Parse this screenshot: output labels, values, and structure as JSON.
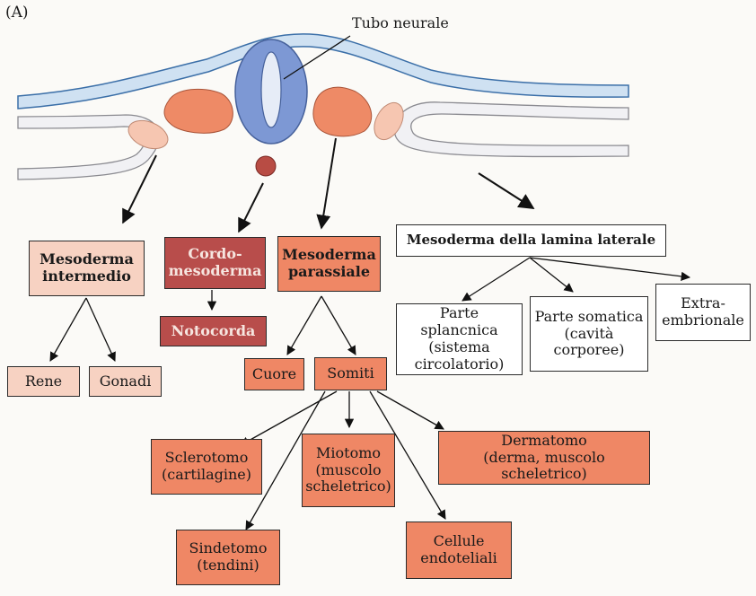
{
  "panel_label": "(A)",
  "callout": "Tubo neurale",
  "colors": {
    "neural_tube": "#7d98d4",
    "somite": "#ee8a66",
    "intermediate": "#f6c6b1",
    "notochord": "#b84c44",
    "ectoderm_fill": "#cfe1f2",
    "ectoderm_line": "#3b6fa8",
    "endoderm_fill": "#f1f1f4",
    "light_box": "#f7d2c2",
    "orange_box": "#ef8765",
    "dark_box": "#b84d4b",
    "white_box": "#ffffff"
  },
  "boxes": {
    "intermediate": "Mesoderma\nintermedio",
    "cordo": "Cordo-\nmesoderma",
    "paraxial": "Mesoderma\nparassiale",
    "lateral": "Mesoderma della lamina laterale",
    "notochord": "Notocorda",
    "rene": "Rene",
    "gonadi": "Gonadi",
    "cuore": "Cuore",
    "somiti": "Somiti",
    "splanchnic": "Parte splancnica\n(sistema\ncircolatorio)",
    "somatic": "Parte somatica\n(cavità\ncorporee)",
    "extra": "Extra-\nembrionale",
    "sclerotomo": "Sclerotomo\n(cartilagine)",
    "miotomo": "Miotomo\n(muscolo\nscheletrico)",
    "dermatomo": "Dermatomo\n(derma, muscolo scheletrico)",
    "sindetomo": "Sindetomo\n(tendini)",
    "endoteliali": "Cellule\nendoteliali"
  }
}
